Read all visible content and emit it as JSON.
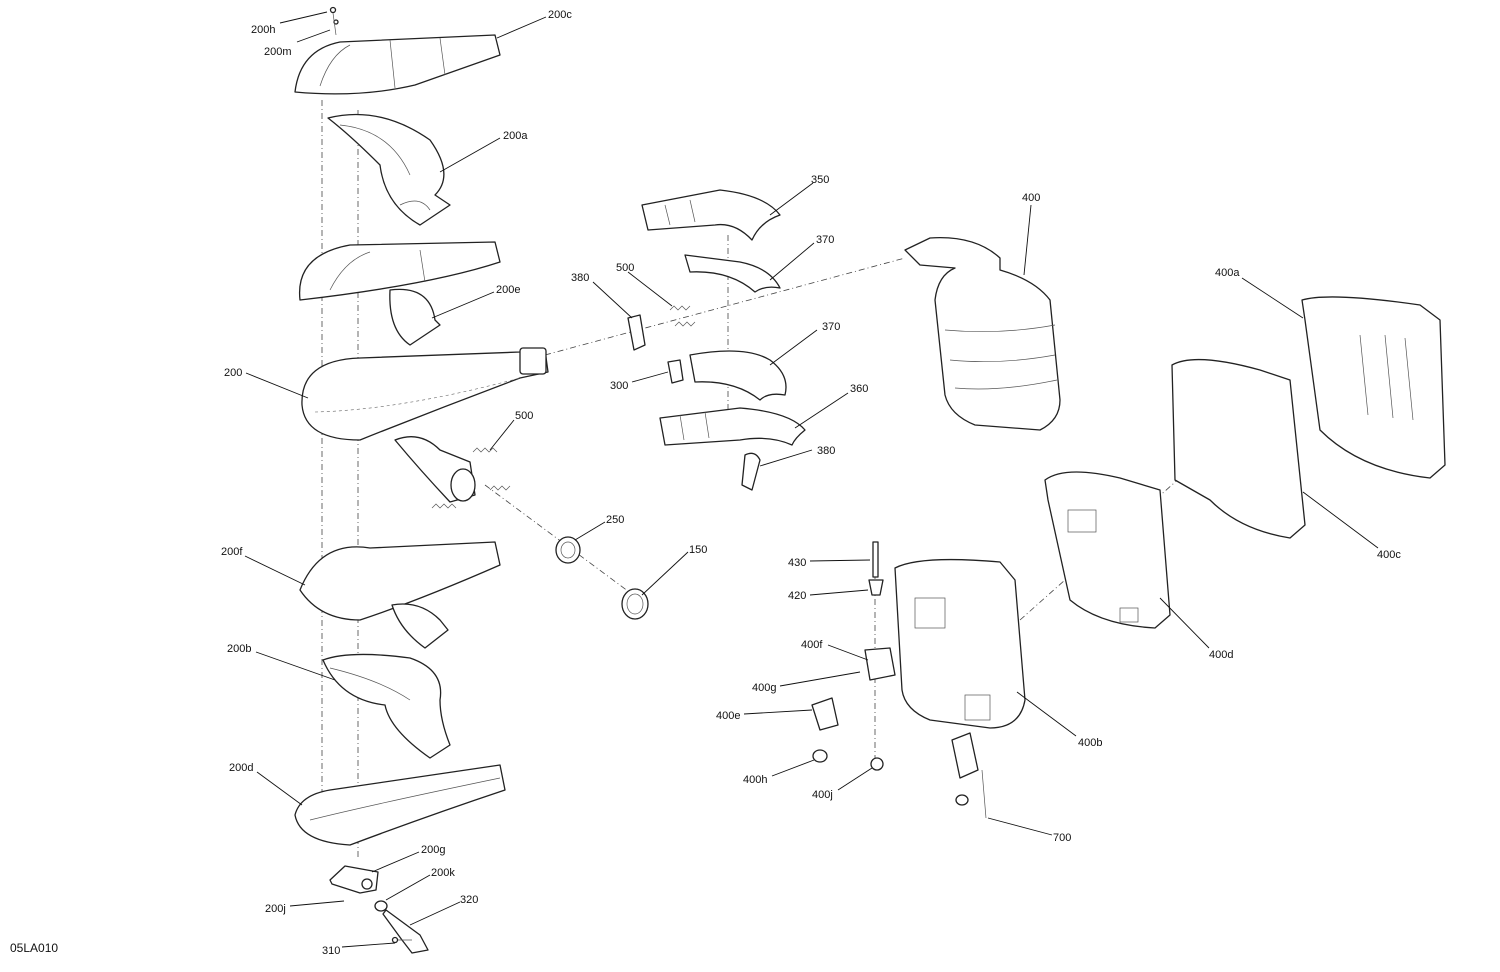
{
  "diagram": {
    "reference_code": "05LA010",
    "callouts": {
      "c200h": "200h",
      "c200m": "200m",
      "c200c": "200c",
      "c200a": "200a",
      "c200e": "200e",
      "c200": "200",
      "c500a": "500",
      "c500b": "500",
      "c250": "250",
      "c150": "150",
      "c200f": "200f",
      "c200b": "200b",
      "c200d": "200d",
      "c200g": "200g",
      "c200k": "200k",
      "c200j": "200j",
      "c320": "320",
      "c310": "310",
      "c350": "350",
      "c370a": "370",
      "c370b": "370",
      "c380a": "380",
      "c380b": "380",
      "c300": "300",
      "c360": "360",
      "c400": "400",
      "c400a": "400a",
      "c400c": "400c",
      "c400d": "400d",
      "c400b": "400b",
      "c430": "430",
      "c420": "420",
      "c400f": "400f",
      "c400g": "400g",
      "c400e": "400e",
      "c400h": "400h",
      "c400j": "400j",
      "c700": "700"
    }
  }
}
